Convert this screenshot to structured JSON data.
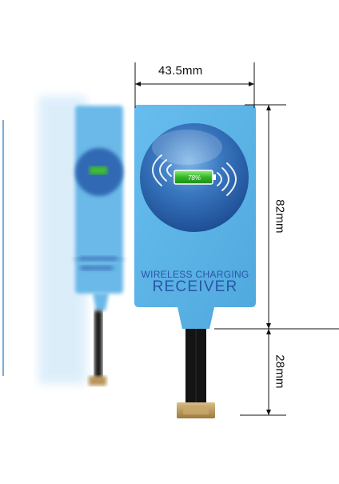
{
  "product": {
    "title_line1": "WIRELESS CHARGING",
    "title_line2": "RECEIVER",
    "battery_percent_label": "78%",
    "ghost_label_line1": "WIRELESS CHARGING",
    "ghost_label_line2": "RECEIVER"
  },
  "dimensions": {
    "width_label": "43.5mm",
    "body_height_label": "82mm",
    "cable_length_label": "28mm"
  },
  "colors": {
    "card_blue": "#5cb3e6",
    "disc_blue": "#2a5fa8",
    "text_blue": "#2a55a8",
    "battery_green": "#3fbf2f",
    "connector_gold": "#b8955a",
    "cable_black": "#111111"
  }
}
